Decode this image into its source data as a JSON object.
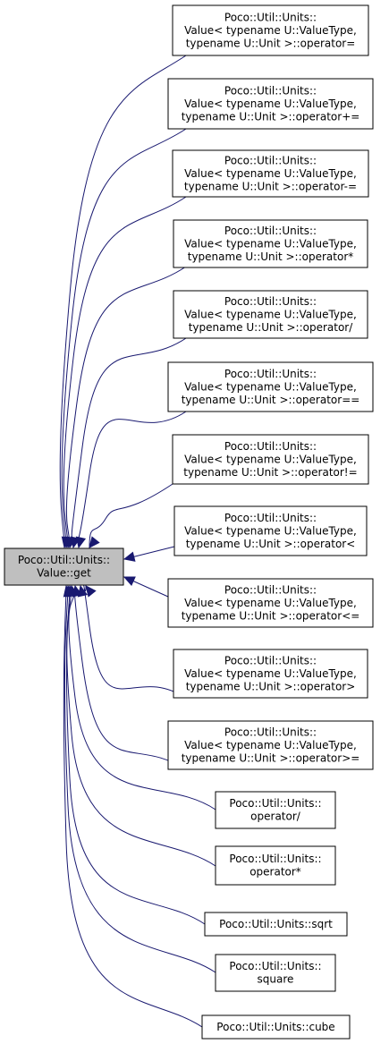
{
  "root": {
    "lines": [
      "Poco::Util::Units::",
      "Value::get"
    ],
    "fill": "#bfbfbf"
  },
  "edge_color": "#191970",
  "nodes": [
    {
      "id": "n0",
      "lines": [
        "Poco::Util::Units::",
        "Value< typename U::ValueType,",
        "typename U::Unit >::operator="
      ]
    },
    {
      "id": "n1",
      "lines": [
        "Poco::Util::Units::",
        "Value< typename U::ValueType,",
        "typename U::Unit >::operator+="
      ]
    },
    {
      "id": "n2",
      "lines": [
        "Poco::Util::Units::",
        "Value< typename U::ValueType,",
        "typename U::Unit >::operator-="
      ]
    },
    {
      "id": "n3",
      "lines": [
        "Poco::Util::Units::",
        "Value< typename U::ValueType,",
        "typename U::Unit >::operator*"
      ]
    },
    {
      "id": "n4",
      "lines": [
        "Poco::Util::Units::",
        "Value< typename U::ValueType,",
        "typename U::Unit >::operator/"
      ]
    },
    {
      "id": "n5",
      "lines": [
        "Poco::Util::Units::",
        "Value< typename U::ValueType,",
        "typename U::Unit >::operator=="
      ]
    },
    {
      "id": "n6",
      "lines": [
        "Poco::Util::Units::",
        "Value< typename U::ValueType,",
        "typename U::Unit >::operator!="
      ]
    },
    {
      "id": "n7",
      "lines": [
        "Poco::Util::Units::",
        "Value< typename U::ValueType,",
        "typename U::Unit >::operator<"
      ]
    },
    {
      "id": "n8",
      "lines": [
        "Poco::Util::Units::",
        "Value< typename U::ValueType,",
        "typename U::Unit >::operator<="
      ]
    },
    {
      "id": "n9",
      "lines": [
        "Poco::Util::Units::",
        "Value< typename U::ValueType,",
        "typename U::Unit >::operator>"
      ]
    },
    {
      "id": "n10",
      "lines": [
        "Poco::Util::Units::",
        "Value< typename U::ValueType,",
        "typename U::Unit >::operator>="
      ]
    },
    {
      "id": "n11",
      "lines": [
        "Poco::Util::Units::",
        "operator/"
      ]
    },
    {
      "id": "n12",
      "lines": [
        "Poco::Util::Units::",
        "operator*"
      ]
    },
    {
      "id": "n13",
      "lines": [
        "Poco::Util::Units::sqrt"
      ]
    },
    {
      "id": "n14",
      "lines": [
        "Poco::Util::Units::",
        "square"
      ]
    },
    {
      "id": "n15",
      "lines": [
        "Poco::Util::Units::cube"
      ]
    }
  ]
}
